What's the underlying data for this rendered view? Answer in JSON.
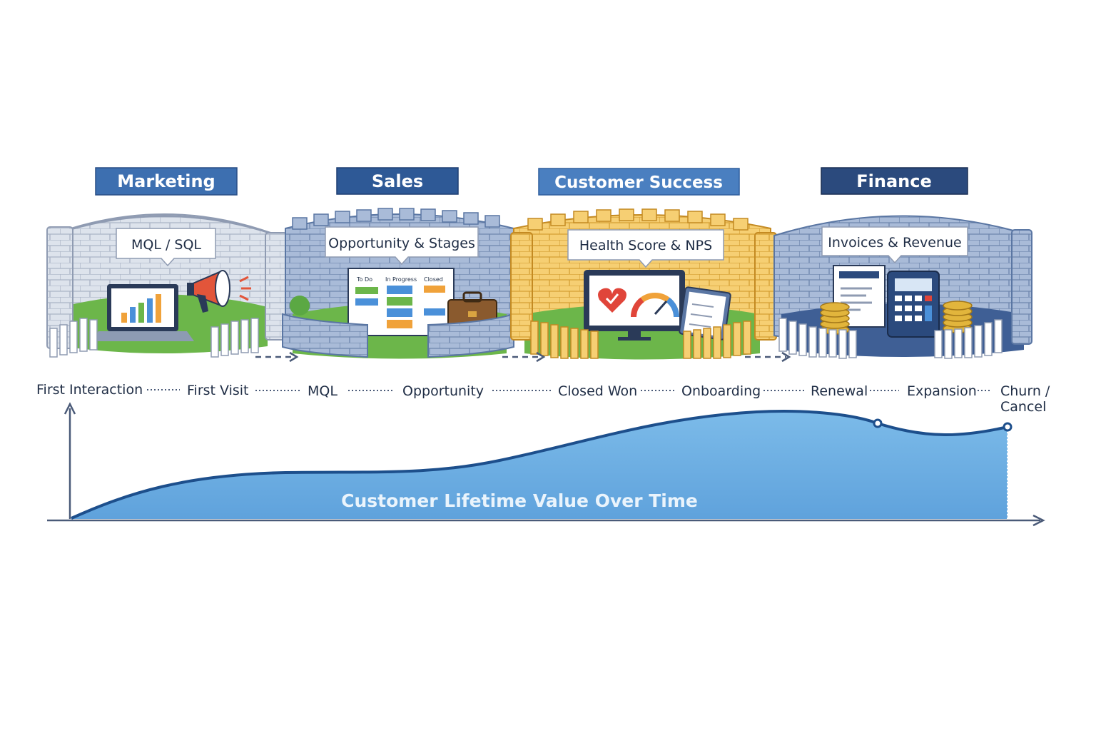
{
  "departments": [
    {
      "name": "Marketing",
      "metric": "MQL / SQL"
    },
    {
      "name": "Sales",
      "metric": "Opportunity & Stages",
      "board_columns": [
        "To Do",
        "In Progress",
        "Closed"
      ]
    },
    {
      "name": "Customer Success",
      "metric": "Health Score & NPS"
    },
    {
      "name": "Finance",
      "metric": "Invoices & Revenue"
    }
  ],
  "stages": [
    "First Interaction",
    "First Visit",
    "MQL",
    "Opportunity",
    "Closed Won",
    "Onboarding",
    "Renewal",
    "Expansion",
    "Churn /",
    "Cancel"
  ],
  "clv_label": "Customer Lifetime Value Over Time",
  "colors": {
    "label_marketing": "#3d6fb0",
    "label_sales": "#2e5996",
    "label_success": "#4a7fc0",
    "label_finance": "#2b4a7d",
    "wall_gray": "#c9d2e0",
    "wall_blue": "#7f9cc7",
    "wall_yellow": "#f2c35a",
    "grass": "#6cb64a",
    "area_fill": "#79b8e8",
    "curve": "#1d4f8c",
    "axis": "#4a5a78"
  }
}
